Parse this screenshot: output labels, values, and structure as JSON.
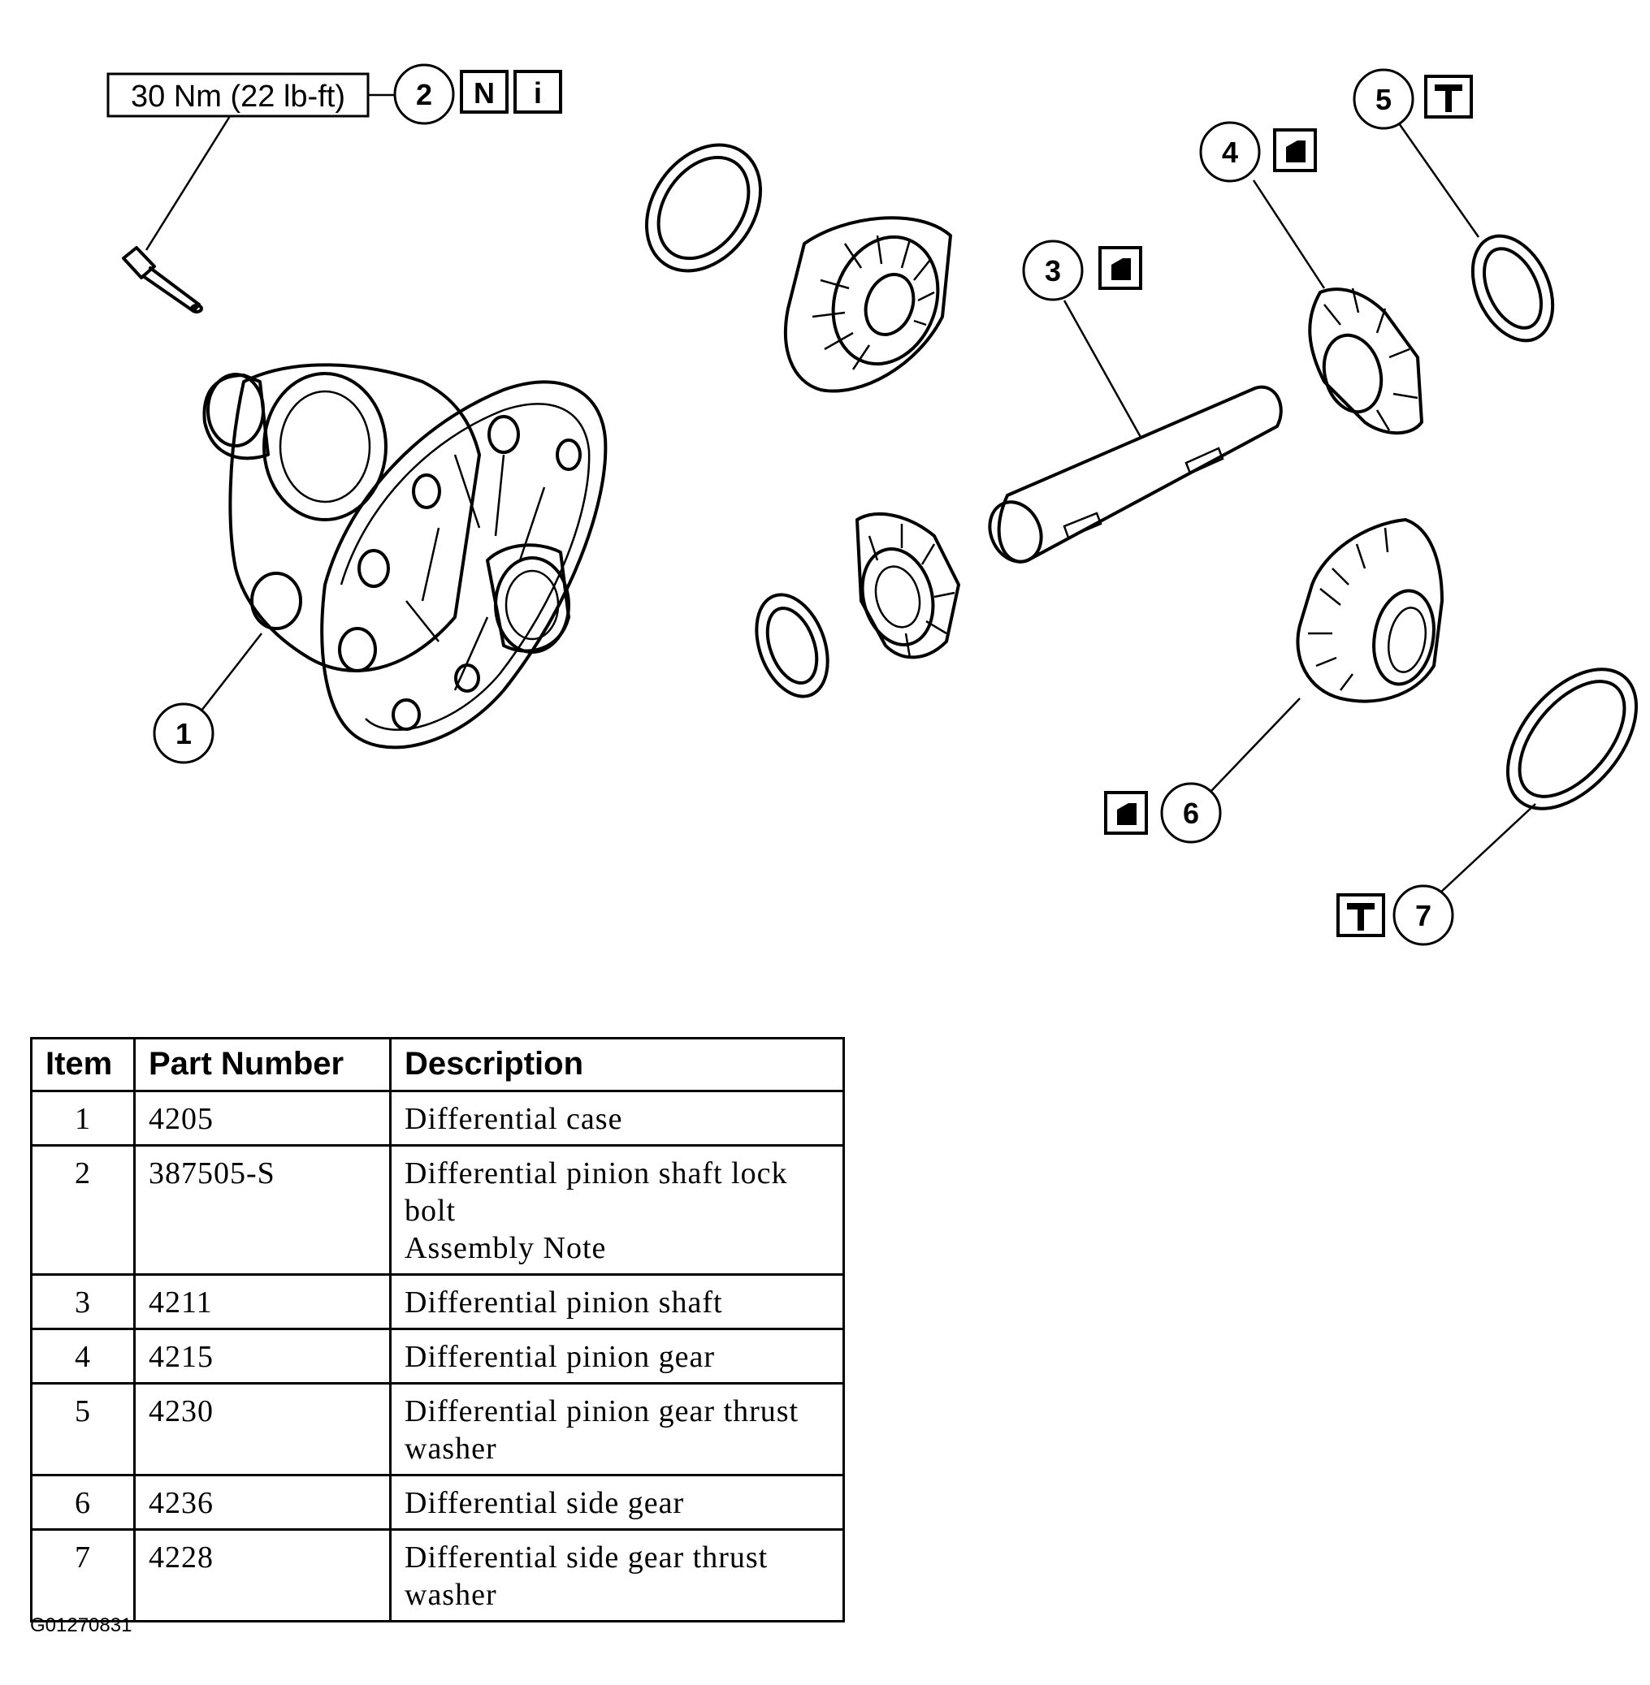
{
  "torque_spec": "30 Nm (22 lb-ft)",
  "callouts": [
    {
      "number": "1"
    },
    {
      "number": "2",
      "symbols": [
        "N",
        "i"
      ]
    },
    {
      "number": "3",
      "symbol": "shaded-cylinder-icon"
    },
    {
      "number": "4",
      "symbol": "shaded-cylinder-icon"
    },
    {
      "number": "5",
      "symbol": "hammer-icon"
    },
    {
      "number": "6",
      "symbol": "shaded-cylinder-icon"
    },
    {
      "number": "7",
      "symbol": "hammer-icon"
    }
  ],
  "table": {
    "headers": [
      "Item",
      "Part Number",
      "Description"
    ],
    "rows": [
      {
        "item": "1",
        "part_number": "4205",
        "description": [
          "Differential case"
        ]
      },
      {
        "item": "2",
        "part_number": "387505-S",
        "description": [
          "Differential pinion shaft lock",
          "bolt",
          "Assembly Note"
        ]
      },
      {
        "item": "3",
        "part_number": "4211",
        "description": [
          "Differential pinion shaft"
        ]
      },
      {
        "item": "4",
        "part_number": "4215",
        "description": [
          "Differential pinion gear"
        ]
      },
      {
        "item": "5",
        "part_number": "4230",
        "description": [
          "Differential pinion gear thrust",
          "washer"
        ]
      },
      {
        "item": "6",
        "part_number": "4236",
        "description": [
          "Differential side gear"
        ]
      },
      {
        "item": "7",
        "part_number": "4228",
        "description": [
          "Differential side gear thrust",
          "washer"
        ]
      }
    ]
  },
  "figure_code": "G01270831"
}
